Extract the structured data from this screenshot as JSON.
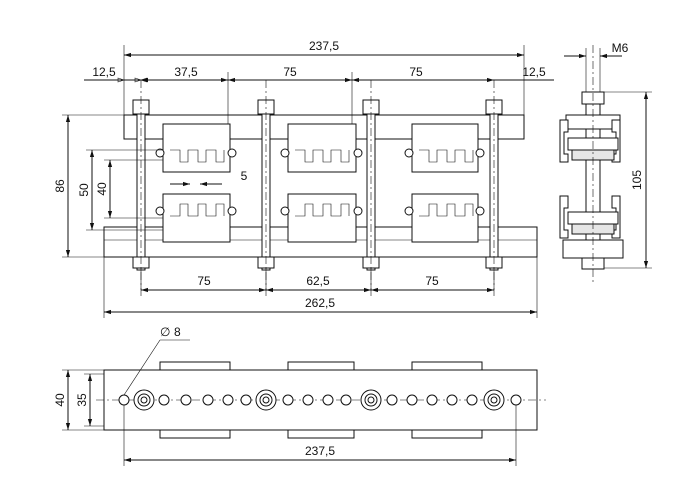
{
  "dimensions": {
    "front_top_overall": "237,5",
    "front_top_edge_left": "12,5",
    "front_top_first": "37,5",
    "front_top_pitch_1": "75",
    "front_top_pitch_2": "75",
    "front_top_edge_right": "12,5",
    "front_height_total": "86",
    "front_height_mid": "50",
    "front_height_inner": "40",
    "front_gap": "5",
    "front_bottom_left": "75",
    "front_bottom_mid": "62,5",
    "front_bottom_right": "75",
    "front_bottom_overall": "262,5",
    "side_thread": "M6",
    "side_height": "105",
    "top_hole_dia": "8",
    "top_height_outer": "40",
    "top_height_inner": "35",
    "top_overall": "237,5"
  },
  "symbols": {
    "diameter": "∅"
  }
}
